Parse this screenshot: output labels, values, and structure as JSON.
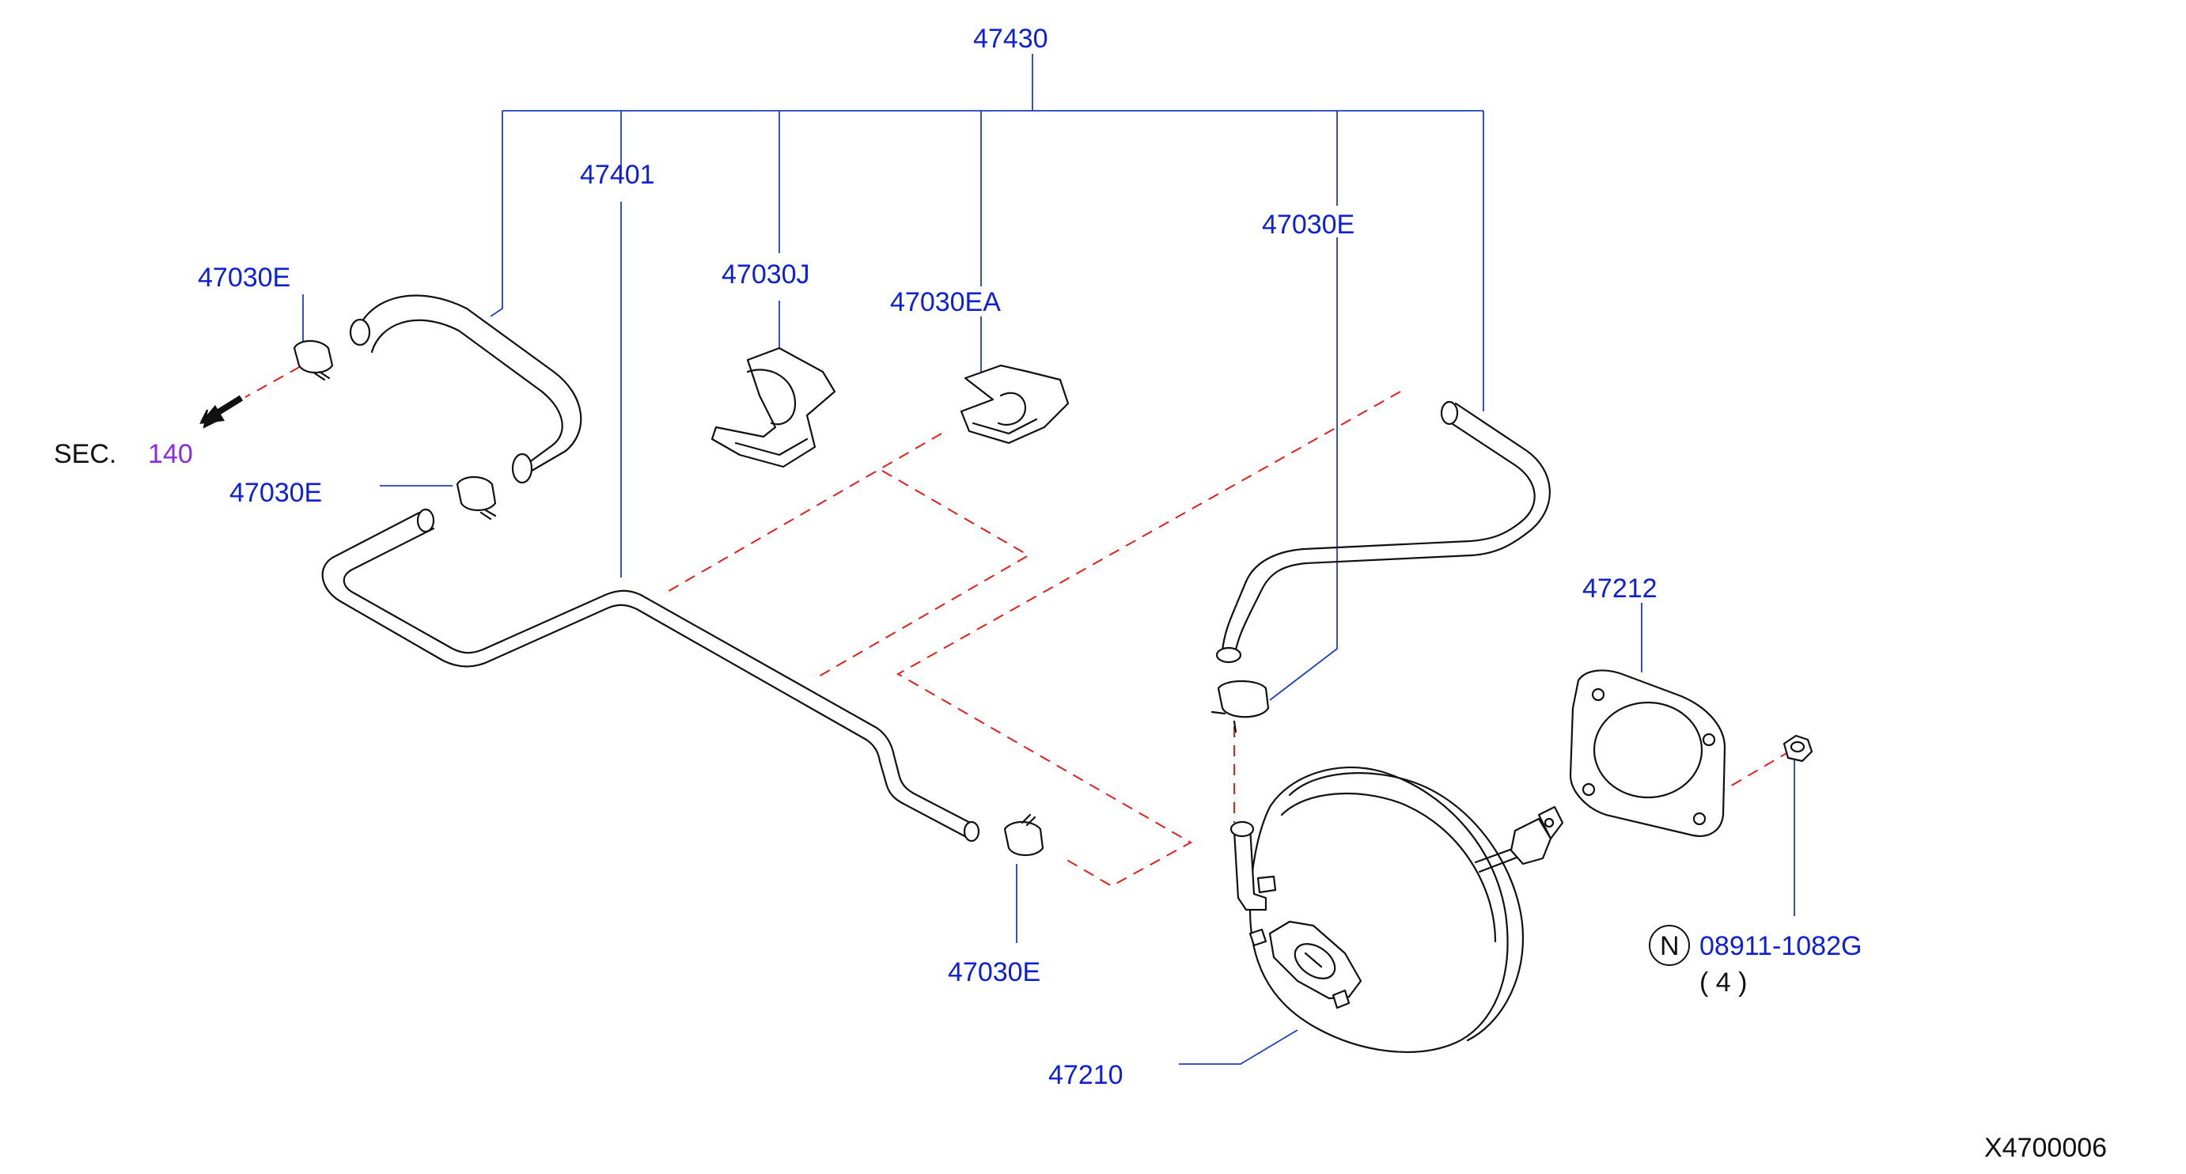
{
  "labels": {
    "assembly": "47430",
    "hose_main": "47401",
    "clamp_a": "47030E",
    "clamp_b": "47030E",
    "clamp_c": "47030E",
    "clamp_d": "47030E",
    "clip_j": "47030J",
    "clip_ea": "47030EA",
    "gasket": "47212",
    "booster": "47210",
    "nut_part": "08911-1082G",
    "nut_qty": "( 4 )",
    "nut_badge": "N",
    "sec_label": "SEC.",
    "sec_number": "140",
    "diagram_id": "X4700006"
  },
  "colors": {
    "label": "#0f1fd6",
    "leader": "#1f3fbf",
    "dashed": "#e02020",
    "section_ref": "#8a2be2"
  }
}
